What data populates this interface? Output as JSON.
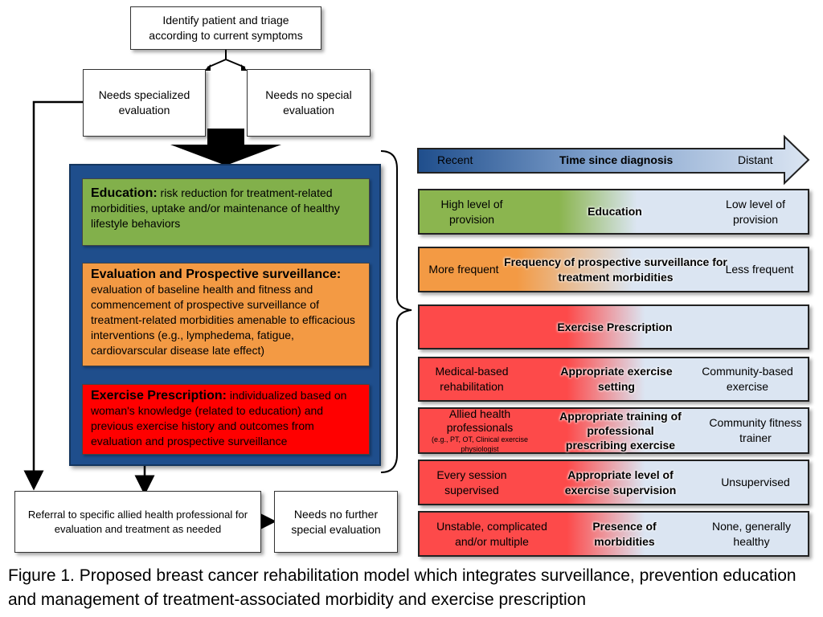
{
  "flow": {
    "triage": "Identify patient and triage according to current symptoms",
    "needs_special": "Needs specialized evaluation",
    "needs_no_special": "Needs no special evaluation",
    "referral": "Referral to specific allied health professional for evaluation and treatment as needed",
    "no_further": "Needs no further special evaluation"
  },
  "panel": {
    "education": {
      "title": "Education:",
      "text": " risk reduction for treatment-related morbidities, uptake and/or maintenance of healthy lifestyle behaviors"
    },
    "evaluation": {
      "title": "Evaluation and Prospective surveillance:",
      "text": "evaluation of baseline health and fitness and commencement of prospective surveillance of treatment-related morbidities amenable to efficacious interventions (e.g., lymphedema, fatigue, cardiovarscular disease late effect)"
    },
    "exercise": {
      "title": "Exercise Prescription:",
      "text": " individualized based on woman's knowledge (related to education) and previous exercise history and outcomes from evaluation and prospective surveillance"
    }
  },
  "timeline": {
    "left": "Recent",
    "center": "Time since diagnosis",
    "right": "Distant"
  },
  "bars": {
    "education": {
      "left": "High level of provision",
      "center": "Education",
      "right": "Low level of provision"
    },
    "surveillance": {
      "left": "More frequent",
      "center": "Frequency of prospective surveillance for treatment morbidities",
      "right": "Less frequent"
    },
    "exercise": {
      "center": "Exercise Prescription"
    },
    "setting": {
      "left": "Medical-based rehabilitation",
      "center": "Appropriate exercise setting",
      "right": "Community-based exercise"
    },
    "training": {
      "left_main": "Allied health professionals",
      "left_small": "(e.g., PT, OT,",
      "left_small2": "Clinical exercise physiologist",
      "center": "Appropriate training of professional prescribing exercise",
      "right": "Community fitness trainer"
    },
    "supervision": {
      "left": "Every session supervised",
      "center": "Appropriate level of exercise supervision",
      "right": "Unsupervised"
    },
    "morbidities": {
      "left": "Unstable, complicated and/or multiple",
      "center": "Presence of morbidities",
      "right": "None, generally healthy"
    }
  },
  "caption": "Figure 1. Proposed breast cancer rehabilitation model which integrates surveillance, prevention education and management of treatment-associated morbidity and exercise prescription",
  "colors": {
    "panel_blue": "#1f4e8c",
    "timeline_blue": "#1f4e8c",
    "education_green": "#82b04b",
    "evaluation_orange": "#f39a44",
    "exercise_red": "#ff0000"
  }
}
